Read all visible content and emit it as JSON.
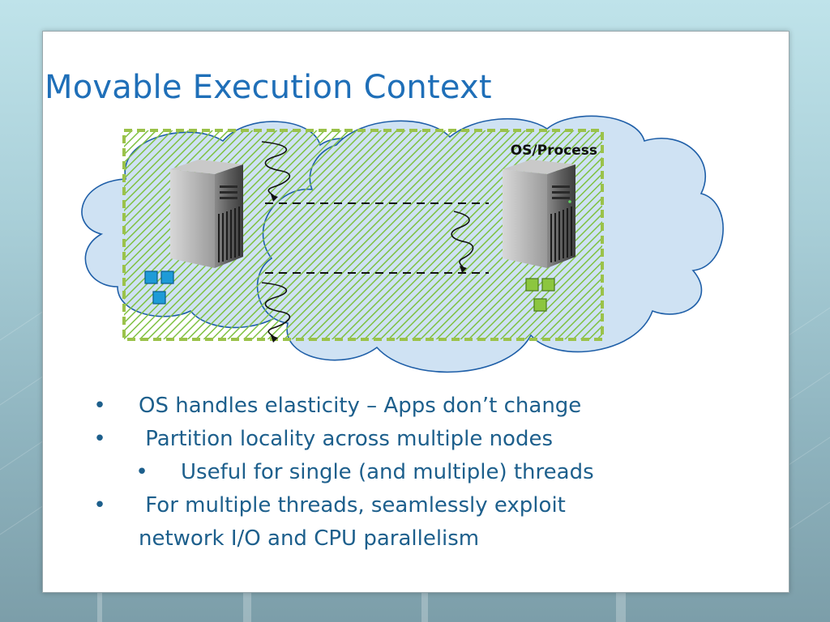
{
  "slide": {
    "title": "Movable Execution Context"
  },
  "diagram": {
    "region_label": "OS/Process",
    "colors": {
      "cloud_fill": "#cfe2f3",
      "cloud_stroke": "#1f5fa8",
      "hatch_green": "#7fc142",
      "hatch_border": "#9bc24a",
      "blue_square": "#1e9bd7",
      "green_square": "#8cc63f"
    }
  },
  "bullets": [
    {
      "marker": "•",
      "text": "OS handles elasticity – Apps don’t change"
    },
    {
      "marker": "•",
      "text": " Partition locality across multiple nodes"
    },
    {
      "marker": "•",
      "text": "Useful for single (and multiple) threads"
    },
    {
      "marker": "•",
      "text": " For multiple threads, seamlessly exploit"
    },
    {
      "text": "network I/O and CPU parallelism"
    }
  ]
}
